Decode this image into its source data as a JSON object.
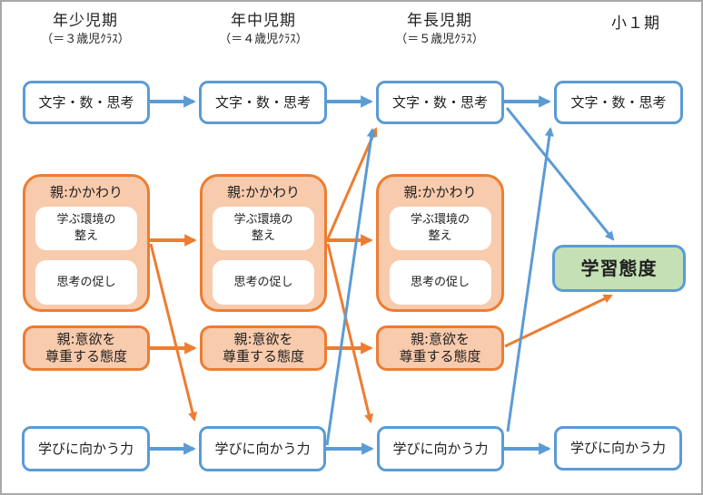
{
  "colors": {
    "blue": "#5B9BD5",
    "orange": "#ED7D31",
    "orange_light_fill": "#F8CBAD",
    "green_light_fill": "#C5E0B4",
    "text": "#1f1f1f",
    "frame_border": "#a9a9a9"
  },
  "column_headers": [
    {
      "title": "年少児期",
      "subtitle": "（＝３歳児ｸﾗｽ）"
    },
    {
      "title": "年中児期",
      "subtitle": "（＝４歳児ｸﾗｽ）"
    },
    {
      "title": "年長児期",
      "subtitle": "（＝５歳児ｸﾗｽ）"
    },
    {
      "title": "小１期",
      "subtitle": ""
    }
  ],
  "labels": {
    "literacy": "文字・数・思考",
    "parent_involvement": "親:かかわり",
    "learning_environment": "学ぶ環境の\n整え",
    "thinking_prompt": "思考の促し",
    "parent_respect": "親:意欲を\n尊重する態度",
    "learning_drive": "学びに向かう力",
    "learning_attitude": "学習態度"
  }
}
